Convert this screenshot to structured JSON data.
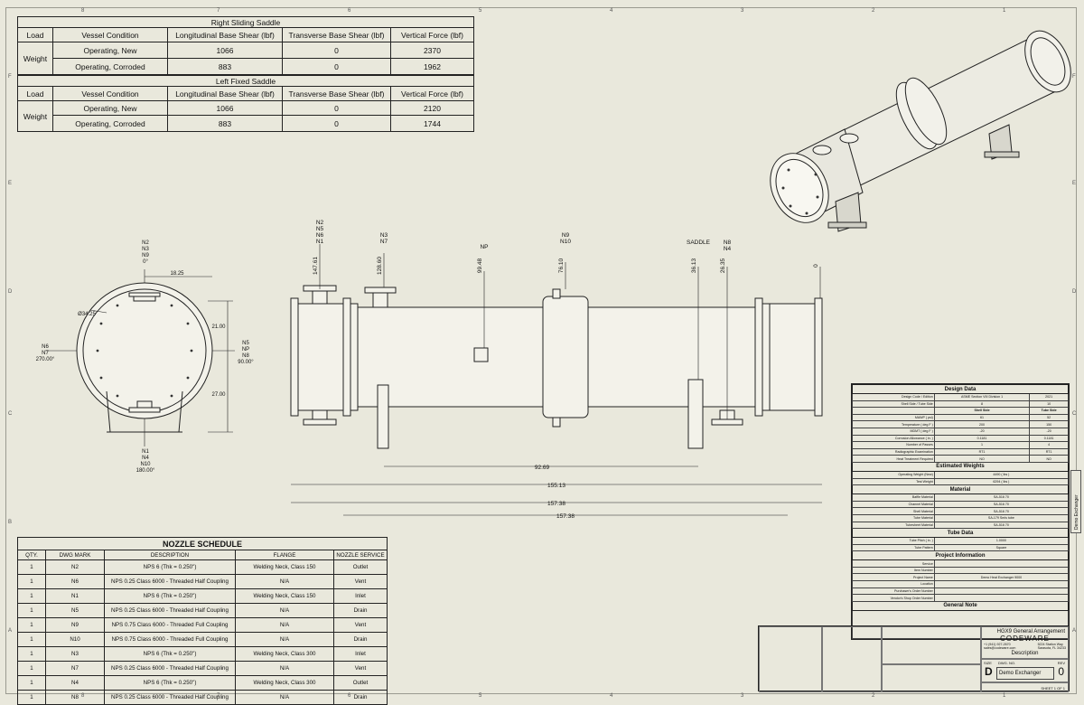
{
  "right_saddle": {
    "title": "Right Sliding Saddle",
    "headers": [
      "Load",
      "Vessel Condition",
      "Longitudinal Base Shear (lbf)",
      "Transverse Base Shear (lbf)",
      "Vertical Force (lbf)"
    ],
    "load": "Weight",
    "rows": [
      {
        "condition": "Operating, New",
        "long": "1066",
        "trans": "0",
        "vert": "2370"
      },
      {
        "condition": "Operating, Corroded",
        "long": "883",
        "trans": "0",
        "vert": "1962"
      }
    ]
  },
  "left_saddle": {
    "title": "Left Fixed Saddle",
    "headers": [
      "Load",
      "Vessel Condition",
      "Longitudinal Base Shear (lbf)",
      "Transverse Base Shear (lbf)",
      "Vertical Force (lbf)"
    ],
    "load": "Weight",
    "rows": [
      {
        "condition": "Operating, New",
        "long": "1066",
        "trans": "0",
        "vert": "2120"
      },
      {
        "condition": "Operating, Corroded",
        "long": "883",
        "trans": "0",
        "vert": "1744"
      }
    ]
  },
  "end_view": {
    "top_label": [
      "N2",
      "N3",
      "N9",
      "0°"
    ],
    "left_label": [
      "N6",
      "N7",
      "270.00°"
    ],
    "right_label": [
      "N5",
      "NP",
      "N8",
      "90.00°"
    ],
    "bottom_label": [
      "N1",
      "N4",
      "N10",
      "180.00°"
    ],
    "dim_top": "18.25",
    "dim_dia": "Ø34.25",
    "dim_upper": "21.00",
    "dim_lower": "27.00"
  },
  "side_view": {
    "markers": [
      {
        "tags": [
          "N2",
          "N5",
          "N6",
          "N1"
        ],
        "dist": "147.61"
      },
      {
        "tags": [
          "N3",
          "N7"
        ],
        "dist": "128.60"
      },
      {
        "tags": [
          "NP"
        ],
        "dist": "99.48"
      },
      {
        "tags": [
          "N9",
          "N10"
        ],
        "dist": "76.10"
      },
      {
        "tags": [
          "SADDLE"
        ],
        "dist": "36.13"
      },
      {
        "tags": [
          "N8",
          "N4"
        ],
        "dist": "26.35"
      },
      {
        "tags": [
          ""
        ],
        "dist": "0"
      }
    ],
    "dims": [
      "92.69",
      "155.13",
      "157.38",
      "157.38"
    ]
  },
  "nozzle_schedule": {
    "title": "NOZZLE SCHEDULE",
    "headers": [
      "QTY.",
      "DWG MARK",
      "DESCRIPTION",
      "FLANGE",
      "NOZZLE SERVICE"
    ],
    "rows": [
      {
        "qty": "1",
        "mark": "N2",
        "desc": "NPS 6 (Thk = 0.250\")",
        "flange": "Welding Neck, Class 150",
        "service": "Outlet"
      },
      {
        "qty": "1",
        "mark": "N6",
        "desc": "NPS 0.25 Class 6000 - Threaded Half Coupling",
        "flange": "N/A",
        "service": "Vent"
      },
      {
        "qty": "1",
        "mark": "N1",
        "desc": "NPS 6 (Thk = 0.250\")",
        "flange": "Welding Neck, Class 150",
        "service": "Inlet"
      },
      {
        "qty": "1",
        "mark": "N5",
        "desc": "NPS 0.25 Class 6000 - Threaded Half Coupling",
        "flange": "N/A",
        "service": "Drain"
      },
      {
        "qty": "1",
        "mark": "N9",
        "desc": "NPS 0.75 Class 6000 - Threaded Full Coupling",
        "flange": "N/A",
        "service": "Vent"
      },
      {
        "qty": "1",
        "mark": "N10",
        "desc": "NPS 0.75 Class 6000 - Threaded Full Coupling",
        "flange": "N/A",
        "service": "Drain"
      },
      {
        "qty": "1",
        "mark": "N3",
        "desc": "NPS 6 (Thk = 0.250\")",
        "flange": "Welding Neck, Class 300",
        "service": "Inlet"
      },
      {
        "qty": "1",
        "mark": "N7",
        "desc": "NPS 0.25 Class 6000 - Threaded Half Coupling",
        "flange": "N/A",
        "service": "Vent"
      },
      {
        "qty": "1",
        "mark": "N4",
        "desc": "NPS 6 (Thk = 0.250\")",
        "flange": "Welding Neck, Class 300",
        "service": "Outlet"
      },
      {
        "qty": "1",
        "mark": "N8",
        "desc": "NPS 0.25 Class 6000 - Threaded Half Coupling",
        "flange": "N/A",
        "service": "Drain"
      }
    ]
  },
  "design_data": {
    "title": "Design Data",
    "code_label": "Design Code / Edition",
    "code_value": "ASME Section VIII Division 1",
    "code_year": "2021",
    "passes_label": "Shell Side / Tube Side",
    "passes_shell": "8",
    "passes_tube": "10",
    "col_shell": "Shell Side",
    "col_tube": "Tube Side",
    "rows": [
      {
        "label": "MAWP ( psi)",
        "shell": "61",
        "tube": "52"
      },
      {
        "label": "Temperature ( deg F )",
        "shell": "200",
        "tube": "150"
      },
      {
        "label": "MDMT ( deg F )",
        "shell": "-20",
        "tube": "-20"
      },
      {
        "label": "Corrosion Allowance ( in. )",
        "shell": "0.1181",
        "tube": "0.1181"
      },
      {
        "label": "Number of Passes",
        "shell": "1",
        "tube": "4"
      },
      {
        "label": "Radiographic Examination",
        "shell": "RT1",
        "tube": "RT1"
      },
      {
        "label": "Heat Treatment Required",
        "shell": "NO",
        "tube": "NO"
      }
    ],
    "weights_title": "Estimated Weights",
    "weights": [
      {
        "label": "Operating Weight (New)",
        "value": "4490 ( lbs )"
      },
      {
        "label": "Test Weight",
        "value": "6294 ( lbs )"
      }
    ],
    "material_title": "Material",
    "materials": [
      {
        "label": "Baffle Material",
        "value": "SA-516 70"
      },
      {
        "label": "Channel Material",
        "value": "SA-516 70"
      },
      {
        "label": "Shell Material",
        "value": "SA-516 70"
      },
      {
        "label": "Tube Material",
        "value": "SA-179 Smls tube"
      },
      {
        "label": "Tubesheet Material",
        "value": "SA-516 70"
      }
    ],
    "tube_title": "Tube Data",
    "tube": [
      {
        "label": "Tube Pitch ( in. )",
        "value": "1.0000"
      },
      {
        "label": "Tube Pattern",
        "value": "Square"
      }
    ],
    "project_title": "Project Information",
    "project": [
      {
        "label": "Service",
        "value": ""
      },
      {
        "label": "Item Number",
        "value": ""
      },
      {
        "label": "Project Name",
        "value": "Demo Heat Exchanger 9000"
      },
      {
        "label": "Location",
        "value": ""
      },
      {
        "label": "Purchaser's Order Number",
        "value": ""
      },
      {
        "label": "Vendor's Shop Order Number",
        "value": ""
      }
    ],
    "note_title": "General Note"
  },
  "title_block": {
    "drawing_title": "HGX9 General Arrangement",
    "company": "CODEWARE",
    "phone": "+1 (941) 927-2670",
    "email": "sales@codeware.com",
    "address1": "5224 Station Way",
    "address2": "Sarasota, FL 34233",
    "description_label": "Description",
    "size_label": "SIZE",
    "dwg_label": "DWG. NO.",
    "rev_label": "REV",
    "size": "D",
    "dwg_no": "Demo Exchanger",
    "rev": "0",
    "sheet": "SHEET 1 OF 1"
  },
  "side_tag": "Demo Exchanger",
  "zones_top": [
    "8",
    "7",
    "6",
    "5",
    "4",
    "3",
    "2",
    "1"
  ],
  "zones_side": [
    "F",
    "E",
    "D",
    "C",
    "B",
    "A"
  ]
}
